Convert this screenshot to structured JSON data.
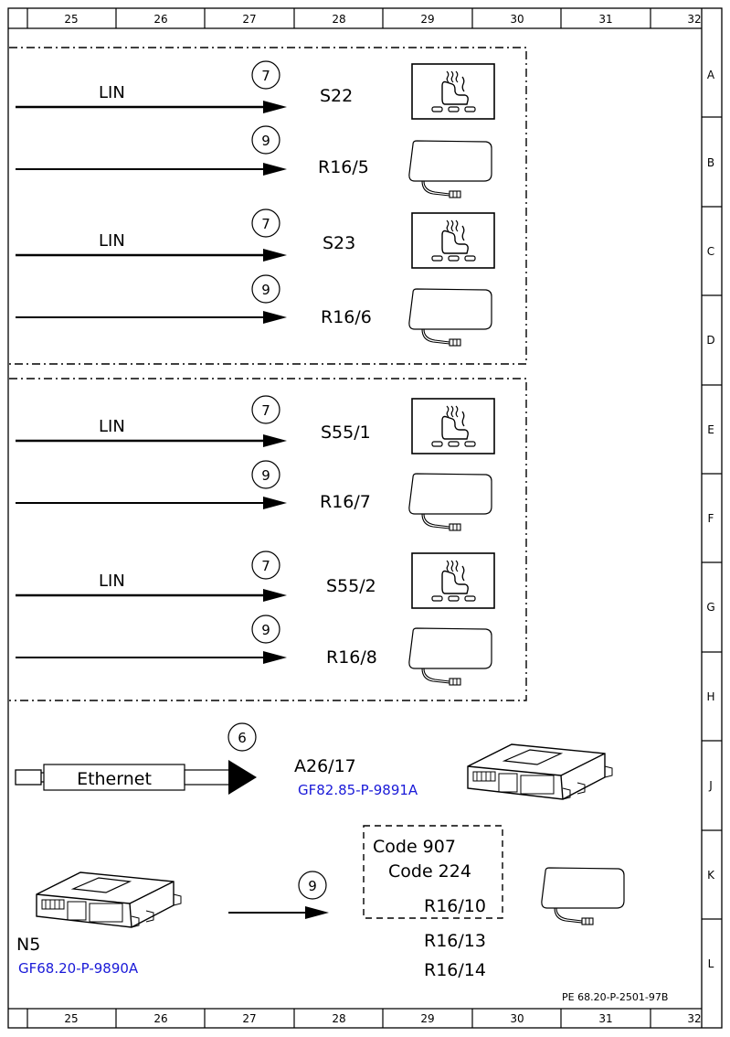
{
  "grid": {
    "top_numbers": [
      "25",
      "26",
      "27",
      "28",
      "29",
      "30",
      "31",
      "32"
    ],
    "bottom_numbers": [
      "25",
      "26",
      "27",
      "28",
      "29",
      "30",
      "31",
      "32"
    ],
    "row_letters": [
      "A",
      "B",
      "C",
      "D",
      "E",
      "F",
      "G",
      "H",
      "J",
      "K",
      "L"
    ]
  },
  "group1": {
    "rows": [
      {
        "bus": "LIN",
        "conn": "7",
        "label": "S22",
        "icon": "seat-heater-switch-icon"
      },
      {
        "bus": "",
        "conn": "9",
        "label": "R16/5",
        "icon": "seat-heating-mat-icon"
      },
      {
        "bus": "LIN",
        "conn": "7",
        "label": "S23",
        "icon": "seat-heater-switch-icon"
      },
      {
        "bus": "",
        "conn": "9",
        "label": "R16/6",
        "icon": "seat-heating-mat-icon"
      }
    ]
  },
  "group2": {
    "rows": [
      {
        "bus": "LIN",
        "conn": "7",
        "label": "S55/1",
        "icon": "seat-heater-switch-icon"
      },
      {
        "bus": "",
        "conn": "9",
        "label": "R16/7",
        "icon": "seat-heating-mat-icon"
      },
      {
        "bus": "LIN",
        "conn": "7",
        "label": "S55/2",
        "icon": "seat-heater-switch-icon"
      },
      {
        "bus": "",
        "conn": "9",
        "label": "R16/8",
        "icon": "seat-heating-mat-icon"
      }
    ]
  },
  "ethernet": {
    "label": "Ethernet",
    "conn": "6",
    "target": "A26/17",
    "link": "GF82.85-P-9891A"
  },
  "n5": {
    "label": "N5",
    "link": "GF68.20-P-9890A",
    "conn": "9"
  },
  "codes": {
    "code1": "Code 907",
    "code2": "Code 224",
    "r1": "R16/10",
    "r2": "R16/13",
    "r3": "R16/14"
  },
  "footer": {
    "ref": "PE 68.20-P-2501-97B"
  },
  "colors": {
    "line": "#000000",
    "link": "#1a1ad8"
  }
}
